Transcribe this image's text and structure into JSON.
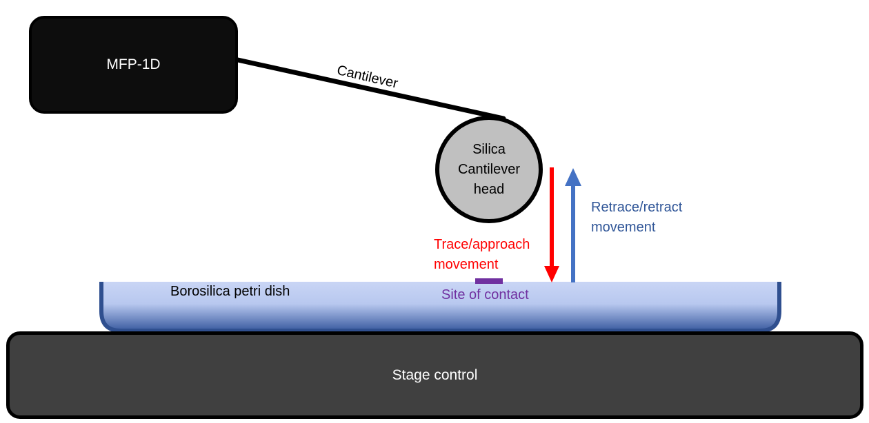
{
  "labels": {
    "instrument": "MFP-1D",
    "cantilever": "Cantilever",
    "head_line1": "Silica",
    "head_line2": "Cantilever",
    "head_line3": "head",
    "trace_line1": "Trace/approach",
    "trace_line2": "movement",
    "retrace_line1": "Retrace/retract",
    "retrace_line2": "movement",
    "dish": "Borosilica petri dish",
    "contact": "Site of contact",
    "stage": "Stage control"
  },
  "colors": {
    "trace": "#ff0000",
    "retrace": "#4472c4",
    "retrace_text": "#2f5597",
    "contact": "#7030a0",
    "dish_top": "#c9d5f5",
    "dish_bottom": "#2e4d8e",
    "sphere_fill": "#c0c0c0",
    "stage_fill": "#404040",
    "instrument_fill": "#0d0d0d"
  }
}
